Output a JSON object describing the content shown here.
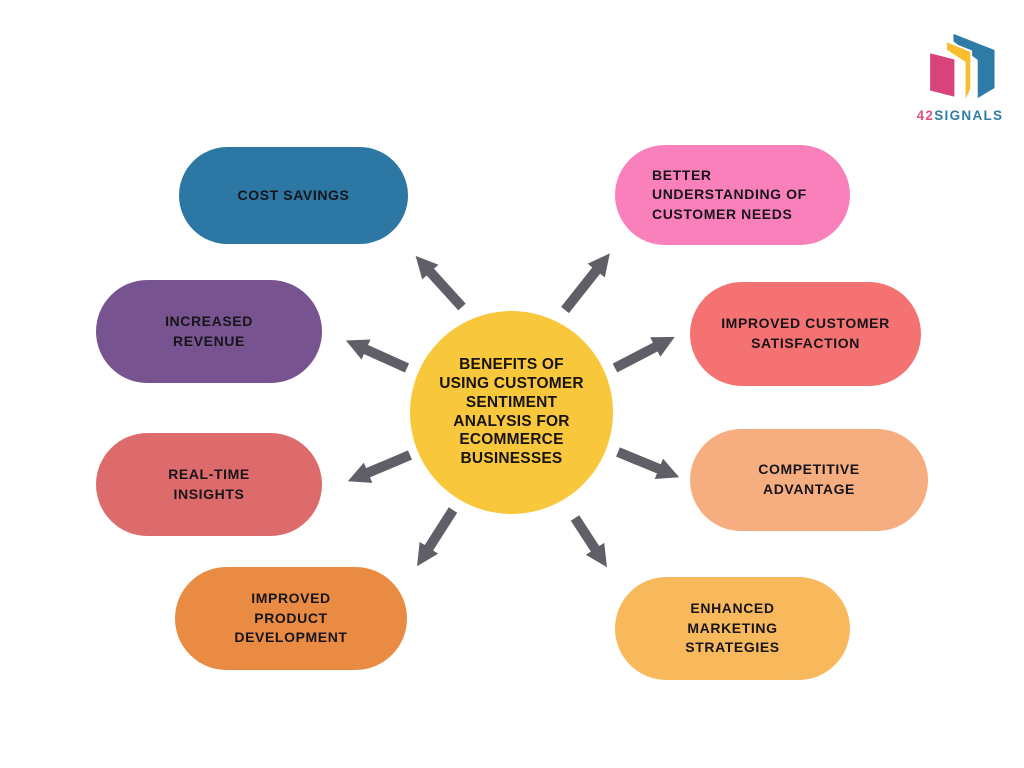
{
  "page": {
    "background": "#ffffff"
  },
  "center": {
    "label": "BENEFITS OF\nUSING CUSTOMER\nSENTIMENT\nANALYSIS FOR\nECOMMERCE\nBUSINESSES",
    "color": "#F9C73C",
    "text_color": "#161310"
  },
  "arrow_color": "#5F5F67",
  "nodes": [
    {
      "id": "cost-savings",
      "label": "COST SAVINGS",
      "color": "#2D77A5"
    },
    {
      "id": "better-understanding",
      "label": "BETTER\nUNDERSTANDING OF\nCUSTOMER NEEDS",
      "color": "#FA80BC"
    },
    {
      "id": "increased-revenue",
      "label": "INCREASED\nREVENUE",
      "color": "#77538F"
    },
    {
      "id": "improved-customer-satisfaction",
      "label": "IMPROVED CUSTOMER\nSATISFACTION",
      "color": "#F47272"
    },
    {
      "id": "real-time-insights",
      "label": "REAL-TIME\nINSIGHTS",
      "color": "#DD6B6B"
    },
    {
      "id": "competitive-advantage",
      "label": "COMPETITIVE\nADVANTAGE",
      "color": "#F6AE80"
    },
    {
      "id": "improved-product-development",
      "label": "IMPROVED\nPRODUCT\nDEVELOPMENT",
      "color": "#E98B43"
    },
    {
      "id": "enhanced-marketing-strategies",
      "label": "ENHANCED\nMARKETING\nSTRATEGIES",
      "color": "#F8B95C"
    }
  ],
  "logo": {
    "text_42": "42",
    "text_signals": "SIGNALS",
    "color_42": "#E25084",
    "color_signals": "#2F7CA5",
    "cube": {
      "pink": "#D8437B",
      "yellow": "#F9BE2D",
      "blue": "#2E7BA8"
    }
  }
}
